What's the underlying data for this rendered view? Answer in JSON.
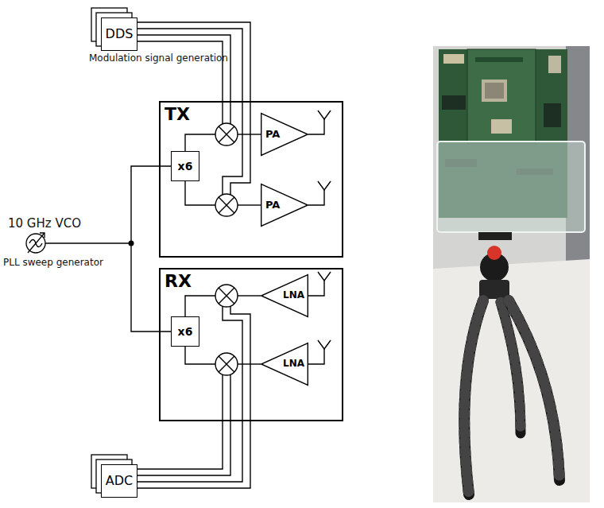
{
  "diagram": {
    "nodes": [
      {
        "text": [
          "DDS"
        ]
      },
      {
        "text": [
          "TX"
        ]
      },
      {
        "text": [
          "x6"
        ],
        "in": 1
      },
      {
        "text": [
          "PA"
        ],
        "in": 1
      },
      {
        "text": [
          "PA"
        ],
        "in": 1
      },
      {
        "text": [
          "RX"
        ]
      },
      {
        "text": [
          "x6"
        ],
        "in": 5
      },
      {
        "text": [
          "LNA"
        ],
        "in": 5
      },
      {
        "text": [
          "LNA"
        ],
        "in": 5
      },
      {
        "text": [
          "ADC"
        ]
      }
    ],
    "labels": [
      "Modulation signal generation",
      "10 GHz VCO",
      "PLL sweep generator"
    ]
  }
}
